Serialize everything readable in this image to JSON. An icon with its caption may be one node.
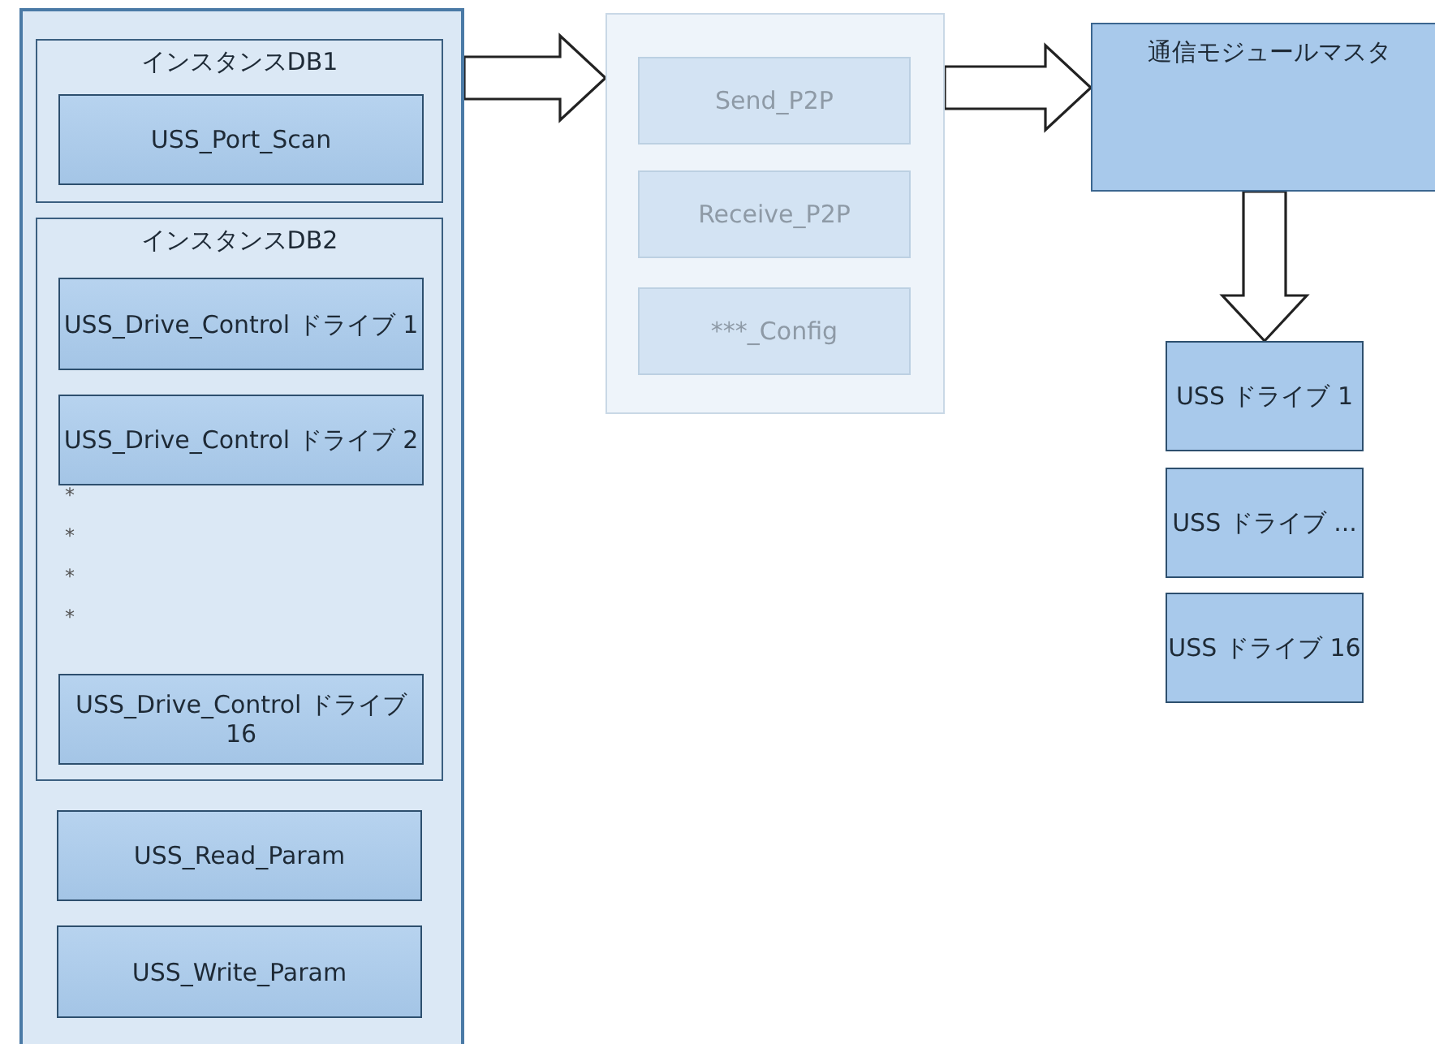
{
  "diagram": {
    "nodes": [
      {
        "text": [],
        "shape": "box"
      },
      {
        "text": [
          "インスタンスDB1"
        ],
        "in": 0
      },
      {
        "text": [
          "USS_Port_Scan"
        ],
        "in": 1
      },
      {
        "text": [
          "インスタンスDB2"
        ],
        "in": 0
      },
      {
        "text": [
          "USS_Drive_Control ドライブ 1"
        ],
        "in": 3
      },
      {
        "text": [
          "USS_Drive_Control ドライブ 2"
        ],
        "in": 3
      },
      {
        "text": [
          "USS_Drive_Control ドライブ 16"
        ],
        "in": 3
      },
      {
        "text": [
          "USS_Read_Param"
        ],
        "in": 0
      },
      {
        "text": [
          "USS_Write_Param"
        ],
        "in": 0
      },
      {
        "text": [],
        "shape": "box"
      },
      {
        "text": [
          "Send_P2P"
        ],
        "in": 9
      },
      {
        "text": [
          "Receive_P2P"
        ],
        "in": 9
      },
      {
        "text": [
          "***_Config"
        ],
        "in": 9
      },
      {
        "text": [
          "通信モジュールマスタ"
        ]
      },
      {
        "text": [
          "USS ドライブ 1"
        ]
      },
      {
        "text": [
          "USS ドライブ ..."
        ]
      },
      {
        "text": [
          "USS ドライブ 16"
        ]
      }
    ],
    "edges": [
      {
        "from": 0,
        "to": 9,
        "arrow": "to"
      },
      {
        "from": 9,
        "to": 13,
        "arrow": "to"
      },
      {
        "from": 13,
        "to": 14,
        "arrow": "to"
      }
    ],
    "labels": [
      "*",
      "*",
      "*",
      "*"
    ]
  }
}
